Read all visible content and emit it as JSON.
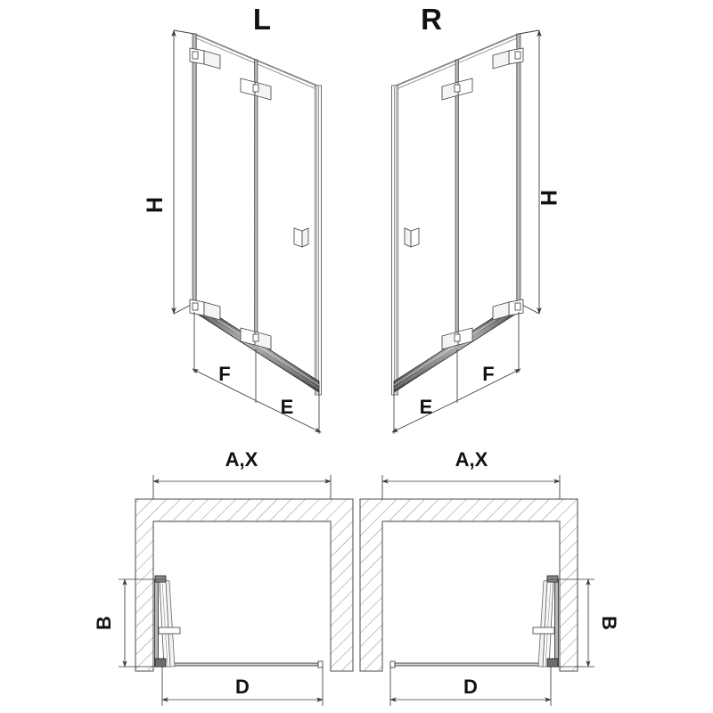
{
  "drawing": {
    "title": "Shower enclosure folding door — L / R variants",
    "background": "#ffffff",
    "line_color": "#3a3a3a",
    "heavy_line_color": "#111111",
    "hatch_color": "#8a8a8a",
    "text_color": "#111111"
  },
  "views": {
    "elevation_left": {
      "variant_label": "L",
      "dimensions": {
        "height": "H",
        "panel_fixed": "F",
        "panel_door": "E"
      }
    },
    "elevation_right": {
      "variant_label": "R",
      "dimensions": {
        "height": "H",
        "panel_fixed": "F",
        "panel_door": "E"
      }
    },
    "plan_left": {
      "dimensions": {
        "opening_width": "A,X",
        "swing_depth": "B",
        "inner_width": "D"
      }
    },
    "plan_right": {
      "dimensions": {
        "opening_width": "A,X",
        "swing_depth": "B",
        "inner_width": "D"
      }
    }
  },
  "labels": {
    "L": "L",
    "R": "R",
    "H": "H",
    "F": "F",
    "E": "E",
    "AX": "A,X",
    "B": "B",
    "D": "D"
  }
}
